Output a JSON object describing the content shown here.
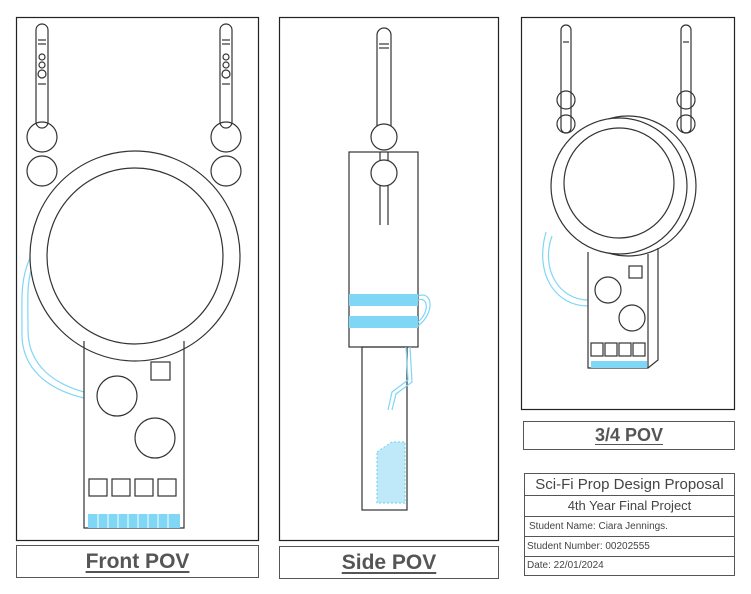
{
  "views": {
    "front": {
      "label": "Front POV"
    },
    "side": {
      "label": "Side POV"
    },
    "three_quarter": {
      "label": "3/4 POV"
    }
  },
  "title_block": {
    "title": "Sci-Fi Prop Design Proposal",
    "subtitle": "4th Year Final Project",
    "student_name": "Student Name: Ciara Jennings.",
    "student_number": "Student Number: 00202555",
    "date": "Date: 22/01/2024"
  },
  "colors": {
    "line": "#333333",
    "accent": "#7fd6f5",
    "frame": "#555555"
  }
}
